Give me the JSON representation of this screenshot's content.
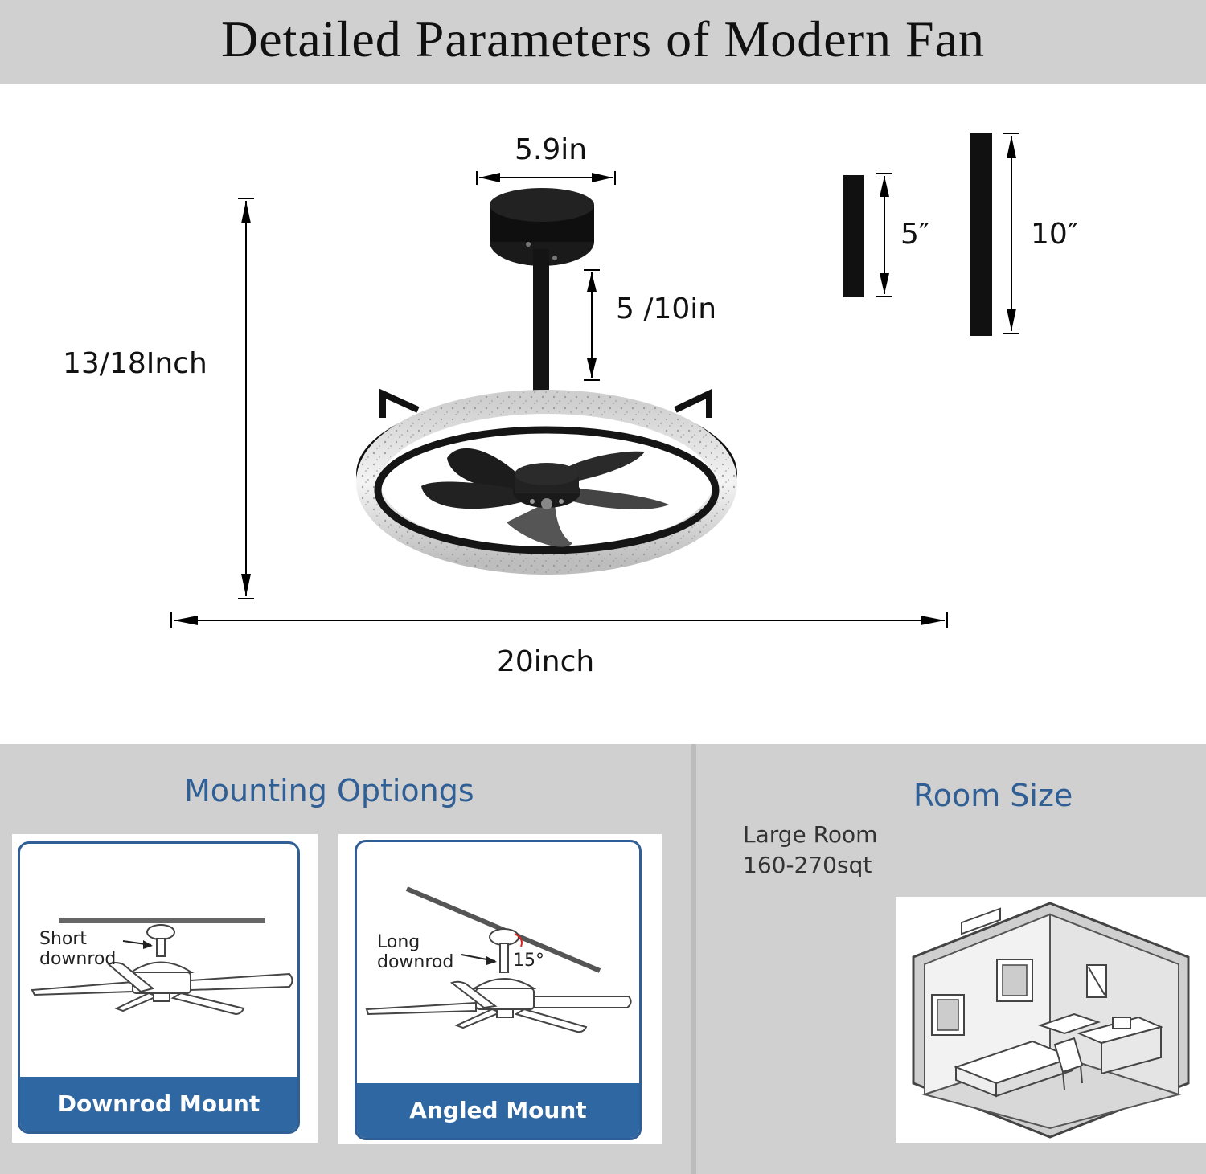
{
  "title": "Detailed Parameters of Modern Fan",
  "dimensions": {
    "canopy_width": "5.9in",
    "downrod_length": "5 /10in",
    "total_height": "13/18Inch",
    "total_width": "20inch",
    "rod_short": "5″",
    "rod_long": "10″"
  },
  "mounting": {
    "heading": "Mounting Optiongs",
    "cards": [
      {
        "label": "Downrod Mount",
        "note_line1": "Short",
        "note_line2": "downrod"
      },
      {
        "label": "Angled Mount",
        "note_line1": "Long",
        "note_line2": "downrod",
        "angle": "15°"
      }
    ]
  },
  "room": {
    "heading": "Room Size",
    "line1": "Large Room",
    "line2": "160-270sqt"
  },
  "colors": {
    "band_gray": "#d0d0d0",
    "accent_blue": "#2f5f95",
    "label_blue": "#2f67a2"
  }
}
